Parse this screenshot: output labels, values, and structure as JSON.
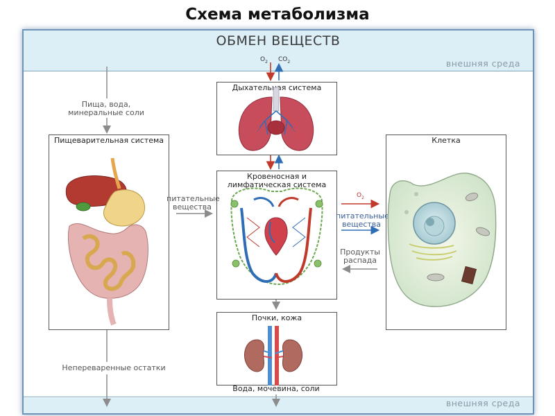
{
  "title": "Схема метаболизма",
  "header": {
    "label": "ОБМЕН ВЕЩЕСТВ"
  },
  "environment": {
    "top": "внешняя среда",
    "bottom": "внешняя среда"
  },
  "gases": {
    "o2": "O",
    "co2": "CO",
    "sub2": "2"
  },
  "boxes": {
    "digestive": "Пищеварительная система",
    "respiratory": "Дыхательная система",
    "circulatory_line1": "Кровеносная и",
    "circulatory_line2": "лимфатическая система",
    "cell": "Клетка",
    "kidneys": "Почки, кожа"
  },
  "labels": {
    "food_line1": "Пища, вода,",
    "food_line2": "минеральные соли",
    "nutrients_left_line1": "питательные",
    "nutrients_left_line2": "вещества",
    "o2_cell": "O",
    "nutrients_right_line1": "питательные",
    "nutrients_right_line2": "вещества",
    "decay_line1": "Продукты",
    "decay_line2": "распада",
    "undigested": "Непереваренные остатки",
    "excretion": "Вода, мочевина, соли"
  },
  "colors": {
    "arrow_red": "#c0392b",
    "arrow_blue": "#2f6db5",
    "arrow_gray": "#8c8c8c"
  }
}
